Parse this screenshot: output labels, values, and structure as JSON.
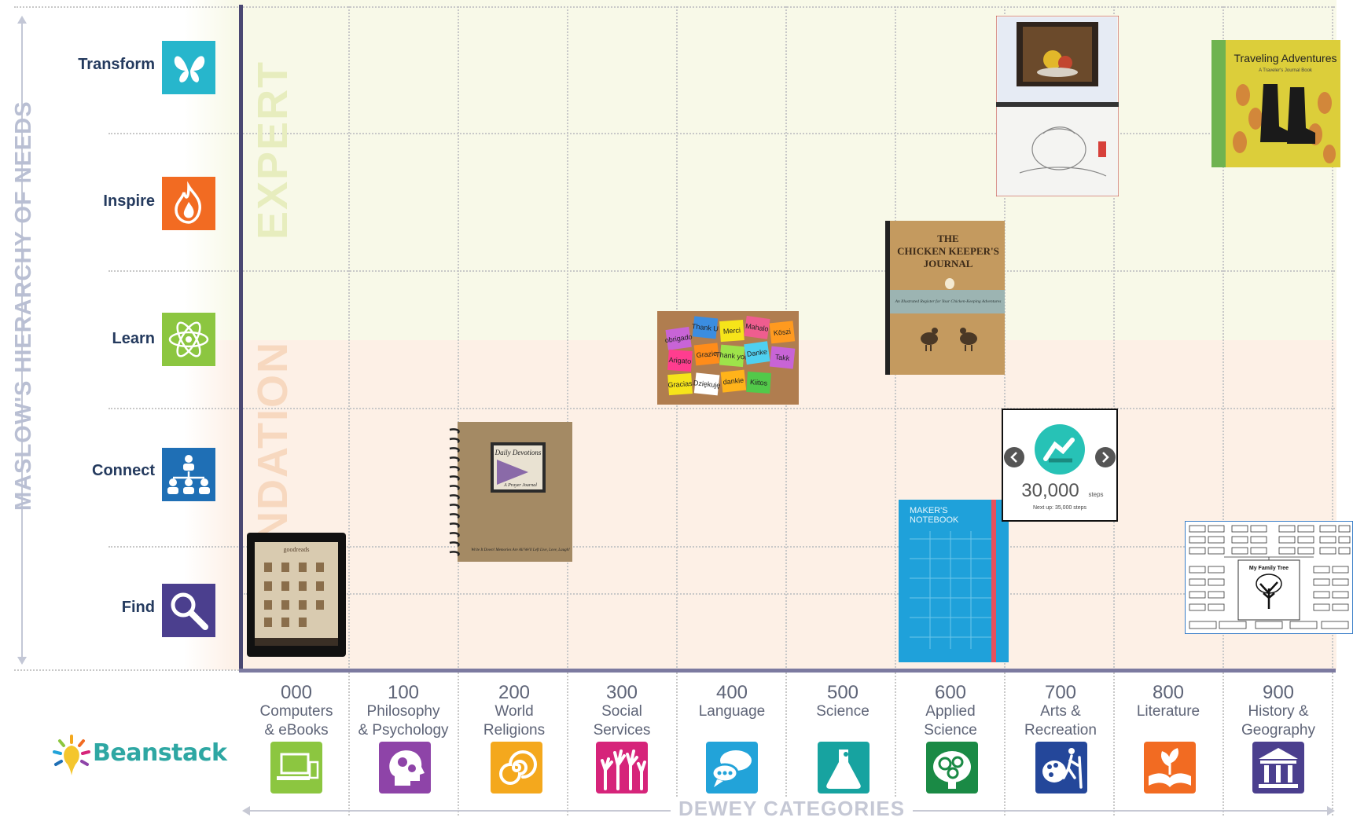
{
  "bands": {
    "expert": "EXPERT",
    "foundation": "NDATION"
  },
  "y_axis": {
    "title": "MASLOW'S HIERARCHY OF NEEDS"
  },
  "x_axis": {
    "title": "DEWEY CATEGORIES"
  },
  "levels": [
    {
      "label": "Transform",
      "icon": "butterfly-icon",
      "color": "#27b6cc"
    },
    {
      "label": "Inspire",
      "icon": "flame-icon",
      "color": "#f26b22"
    },
    {
      "label": "Learn",
      "icon": "atom-icon",
      "color": "#8cc640"
    },
    {
      "label": "Connect",
      "icon": "people-network-icon",
      "color": "#1f6fb5"
    },
    {
      "label": "Find",
      "icon": "magnifier-icon",
      "color": "#4b3f8e"
    }
  ],
  "categories": [
    {
      "code": "000",
      "line1": "Computers",
      "line2": "& eBooks",
      "icon": "computer-icon",
      "color": "#8cc640"
    },
    {
      "code": "100",
      "line1": "Philosophy",
      "line2": "& Psychology",
      "icon": "head-gears-icon",
      "color": "#8e44a8"
    },
    {
      "code": "200",
      "line1": "World",
      "line2": "Religions",
      "icon": "spiral-icon",
      "color": "#f4a81d"
    },
    {
      "code": "300",
      "line1": "Social",
      "line2": "Services",
      "icon": "raised-hands-icon",
      "color": "#d6247a"
    },
    {
      "code": "400",
      "line1": "Language",
      "line2": "",
      "icon": "speech-bubbles-icon",
      "color": "#22a3d9"
    },
    {
      "code": "500",
      "line1": "Science",
      "line2": "",
      "icon": "flask-icon",
      "color": "#17a3a0"
    },
    {
      "code": "600",
      "line1": "Applied",
      "line2": "Science",
      "icon": "brain-gears-icon",
      "color": "#1a8a45"
    },
    {
      "code": "700",
      "line1": "Arts &",
      "line2": "Recreation",
      "icon": "palette-hiker-icon",
      "color": "#24479a"
    },
    {
      "code": "800",
      "line1": "Literature",
      "line2": "",
      "icon": "open-book-icon",
      "color": "#f26b22"
    },
    {
      "code": "900",
      "line1": "History &",
      "line2": "Geography",
      "icon": "columns-icon",
      "color": "#4b3f8e"
    }
  ],
  "brand": {
    "name": "Beanstack"
  },
  "items": {
    "tablet": {
      "app_name": "goodreads"
    },
    "journal": {
      "cover_title": "Daily Devotions",
      "cover_subtitle": "A Prayer Journal",
      "footer": "Write It Down! Memories Are All We'll Left Live, Love, Laugh!"
    },
    "notes": {
      "words": [
        "Kiitos",
        "Thank U",
        "Merci",
        "Danke",
        "Köszi",
        "Grazie",
        "Thank you",
        "Gracias",
        "Takk",
        "Dziękuję",
        "dankie",
        "obrigado",
        "Arigato",
        "Mahalo"
      ]
    },
    "chicken": {
      "title_line1": "THE",
      "title_line2": "CHICKEN KEEPER'S",
      "title_line3": "JOURNAL",
      "subtitle": "An Illustrated Register for Your Chicken-Keeping Adventures"
    },
    "maker": {
      "title_line1": "MAKER'S",
      "title_line2": "NOTEBOOK"
    },
    "steps": {
      "value": "30,000",
      "unit": "steps",
      "next": "Next up: 35,000 steps"
    },
    "travel": {
      "title": "Traveling Adventures",
      "subtitle": "A Traveler's Journal Book"
    },
    "family_tree": {
      "title": "My Family Tree"
    }
  }
}
